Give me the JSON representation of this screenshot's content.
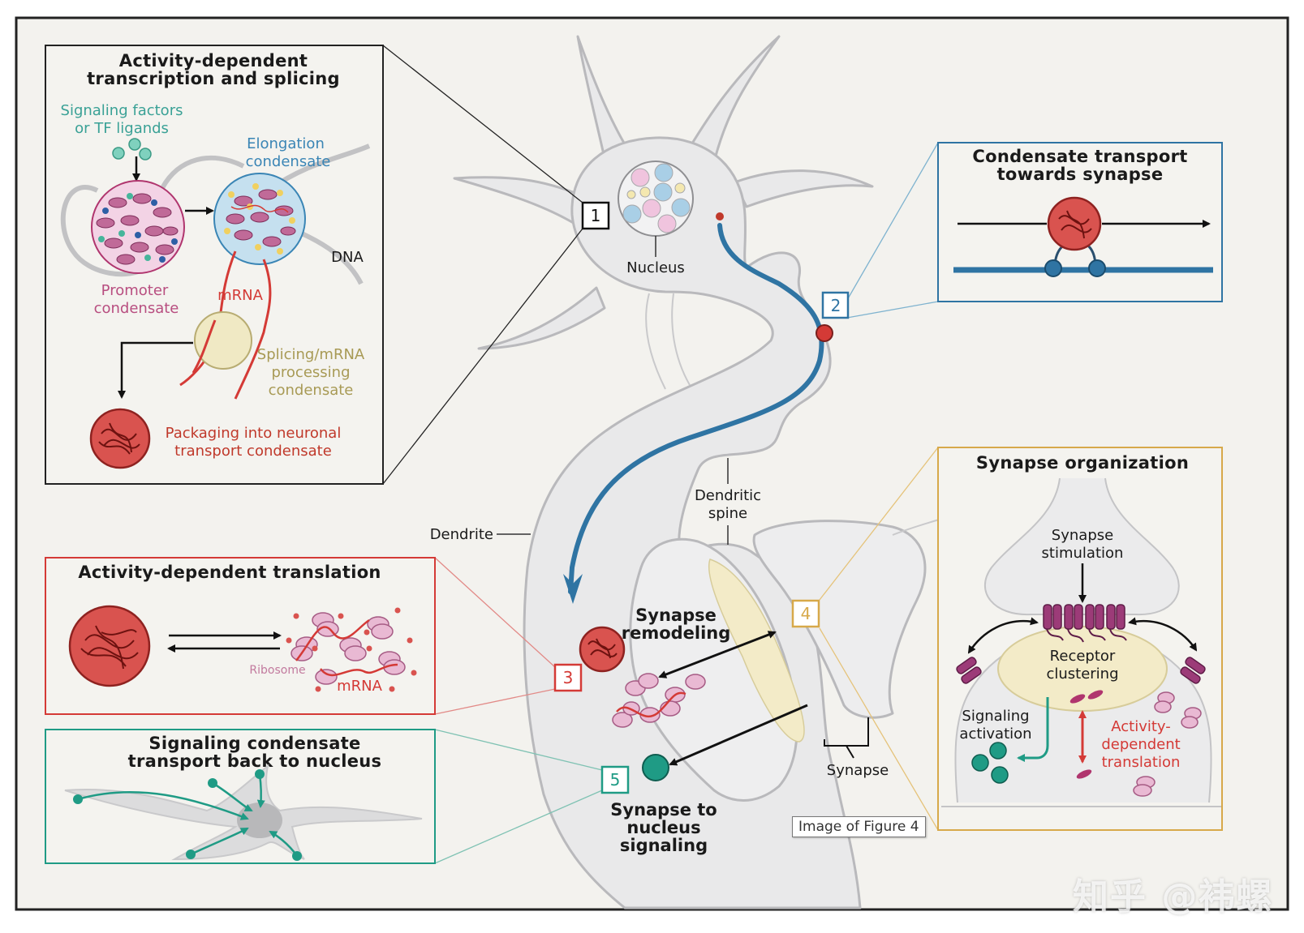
{
  "colors": {
    "background": "#f3f2ee",
    "cell": "#e9e9ea",
    "transport_blue": "#2f74a3",
    "red": "#d43a36",
    "magenta": "#b0356e",
    "teal": "#1f9b85",
    "gold": "#d7a94a",
    "pink_text": "#b84e80",
    "blue_text": "#3a85b5",
    "olive_text": "#a89a55"
  },
  "panel_transcription": {
    "title_1": "Activity-dependent",
    "title_2": "transcription and splicing",
    "signaling_1": "Signaling factors",
    "signaling_2": "or TF ligands",
    "elongation_1": "Elongation",
    "elongation_2": "condensate",
    "dna": "DNA",
    "promoter_1": "Promoter",
    "promoter_2": "condensate",
    "mrna": "mRNA",
    "splicing_1": "Splicing/mRNA",
    "splicing_2": "processing",
    "splicing_3": "condensate",
    "packaging_1": "Packaging into neuronal",
    "packaging_2": "transport condensate"
  },
  "panel_transport": {
    "title_1": "Condensate transport",
    "title_2": "towards synapse"
  },
  "panel_translation": {
    "title": "Activity-dependent translation",
    "ribosome": "Ribosome",
    "mrna": "mRNA"
  },
  "panel_signaling": {
    "title_1": "Signaling condensate",
    "title_2": "transport back to nucleus"
  },
  "panel_synapse_org": {
    "title": "Synapse organization",
    "stimulation_1": "Synapse",
    "stimulation_2": "stimulation",
    "receptor_1": "Receptor",
    "receptor_2": "clustering",
    "signaling_1": "Signaling",
    "signaling_2": "activation",
    "activity_1": "Activity-",
    "activity_2": "dependent",
    "activity_3": "translation"
  },
  "neuron": {
    "nucleus": "Nucleus",
    "dendrite": "Dendrite",
    "spine_1": "Dendritic",
    "spine_2": "spine",
    "remodel_1": "Synapse",
    "remodel_2": "remodeling",
    "signal_1": "Synapse to",
    "signal_2": "nucleus",
    "signal_3": "signaling",
    "synapse": "Synapse"
  },
  "markers": [
    "1",
    "2",
    "3",
    "4",
    "5"
  ],
  "caption_tag": "Image of Figure 4",
  "watermark": "知乎 @袆螺"
}
